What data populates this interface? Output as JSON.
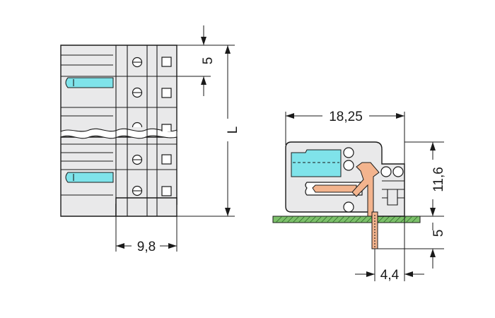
{
  "dimensions": {
    "pitch": "5",
    "length": "L",
    "width": "9,8",
    "depth": "18,25",
    "height": "11,6",
    "pin_length": "5",
    "pin_offset": "4,4"
  },
  "colors": {
    "housing": "#e9e9ea",
    "release_slot": "#7fe3ea",
    "contact": "#f3b48e",
    "pcb": "#7cc06a",
    "line": "#1a1a1a"
  }
}
